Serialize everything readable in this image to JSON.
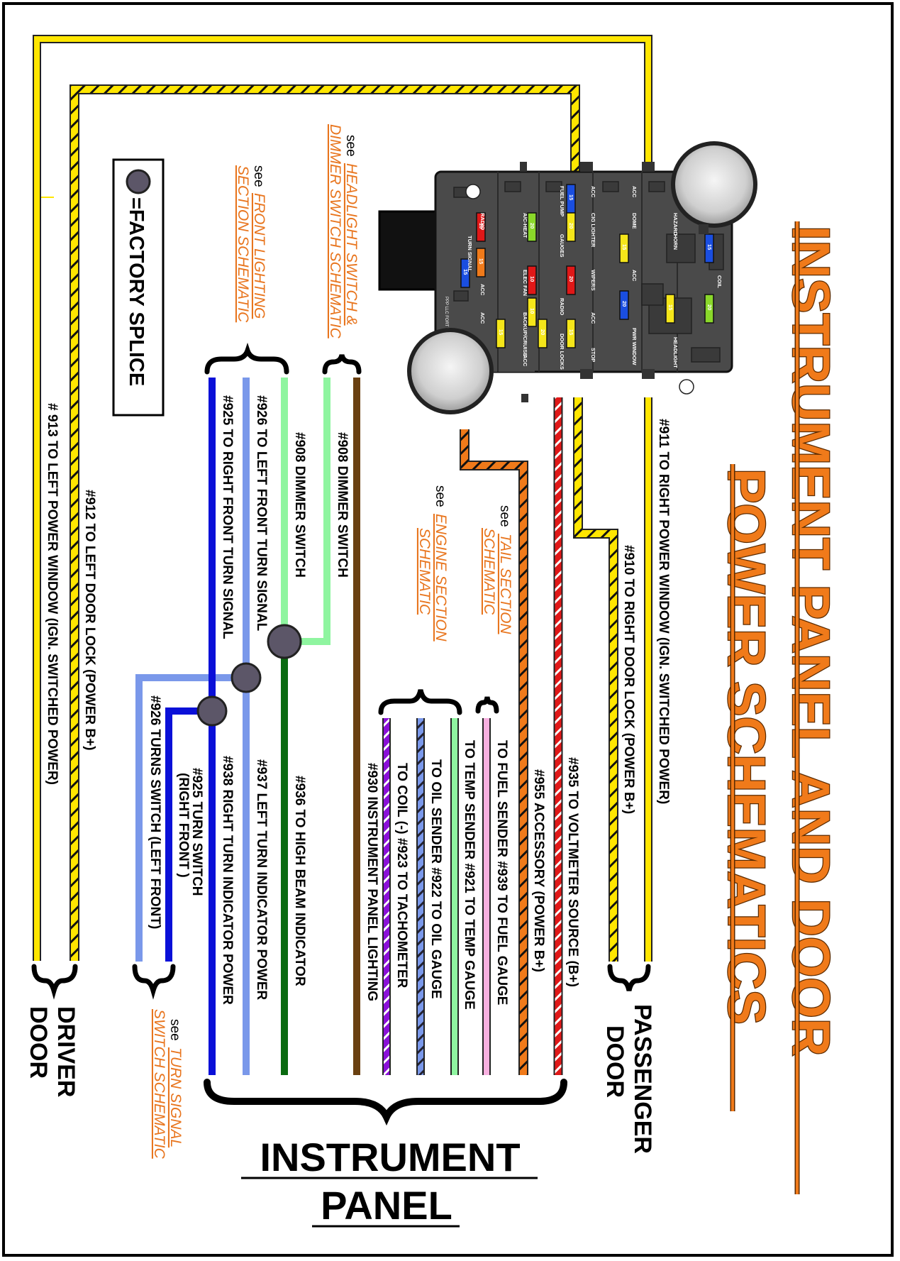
{
  "title": {
    "line1": "INSTRUMENT PANEL AND DOOR",
    "line2": "POWER SCHEMATICS"
  },
  "legend": {
    "text": "=FACTORY SPLICE"
  },
  "groups": {
    "passenger_door": {
      "line1": "PASSENGER",
      "line2": "DOOR"
    },
    "driver_door": {
      "line1": "DRIVER",
      "line2": "DOOR"
    },
    "instrument_panel": {
      "line1": "INSTRUMENT",
      "line2": "PANEL"
    }
  },
  "references": {
    "see": "see",
    "front_lighting": {
      "line1": "FRONT LIGHTING",
      "line2": "SECTION SCHEMATIC"
    },
    "headlight_switch": {
      "line1": "HEADLIGHT SWITCH &",
      "line2": "DIMMER SWITCH SCHEMATIC"
    },
    "tail_section": {
      "line1": "TAIL SECTION",
      "line2": "SCHEMATIC"
    },
    "engine_section": {
      "line1": "ENGINE SECTION",
      "line2": "SCHEMATIC"
    },
    "turn_signal": {
      "line1": "TURN SIGNAL",
      "line2": "SWITCH SCHEMATIC"
    }
  },
  "wires": {
    "w911": "#911 TO RIGHT POWER WINDOW (IGN. SWITCHED POWER)",
    "w910": "#910 TO RIGHT DOOR LOCK (POWER B+)",
    "w935": "#935 TO VOLTMETER SOURCE (B+)",
    "w955": "#955 ACCESSORY (POWER B+)",
    "w939": "TO FUEL SENDER #939 TO FUEL GAUGE",
    "w921": "TO TEMP SENDER #921 TO TEMP GAUGE",
    "w922": "TO OIL SENDER #922 TO OIL GAUGE",
    "w923": "TO COIL (-) #923 TO TACHOMETER",
    "w930": "#930 INSTRUMENT PANEL LIGHTING",
    "w908a": "#908 DIMMER SWITCH",
    "w908b": "#908 DIMMER SWITCH",
    "w936": "#936 TO HIGH BEAM INDICATOR",
    "w926a": "#926 TO LEFT FRONT TURN SIGNAL",
    "w937": "#937 LEFT TURN INDICATOR POWER",
    "w925a": "#925 TO RIGHT FRONT TURN SIGNAL",
    "w938": "#938 RIGHT TURN INDICATOR POWER",
    "w925b1": "#925 TURN SWITCH",
    "w925b2": "(RIGHT FRONT )",
    "w926b": "#926 TURNS SWITCH (LEFT FRONT)",
    "w912": "#912 TO LEFT DOOR LOCK (POWER B+)",
    "w913": "# 913 TO LEFT POWER WINDOW (IGN. SWITCHED POWER)"
  },
  "fuse_block": {
    "labels": [
      "FUEL PUMP",
      "ACC",
      "ACC",
      "RADIO",
      "A/C-HEAT",
      "CIG LIGHTER",
      "DOME",
      "HORN",
      "HAZARD",
      "TURN SIGNAL",
      "ACC",
      "GAUGES",
      "ACC",
      "ELEC FAN",
      "WIPERS",
      "COIL",
      "RADIO",
      "ACC",
      "ACC",
      "BACKUP/CRUISE",
      "DOOR LOCKS",
      "PWR WINDOW",
      "HEADLIGHT",
      "ACC",
      "STOP"
    ],
    "maker": "PPP LLC FORT WORTH TEXAS",
    "fuse_ratings": [
      "15",
      "10",
      "20",
      "20",
      "15",
      "20",
      "15",
      "10",
      "15",
      "20",
      "15",
      "10",
      "15",
      "20",
      "15",
      "20",
      "15"
    ]
  },
  "colors": {
    "yellow": "#ffe600",
    "orange": "#f07a1a",
    "red": "#e01818",
    "ltgreen": "#8ff5a0",
    "dkgreen": "#0a6a10",
    "brown": "#6a4010",
    "blue": "#0a10d8",
    "ltblue": "#7a98ea",
    "purple": "#8a10d8",
    "pink": "#f8b0e0",
    "gray": "#4a4a4a"
  }
}
